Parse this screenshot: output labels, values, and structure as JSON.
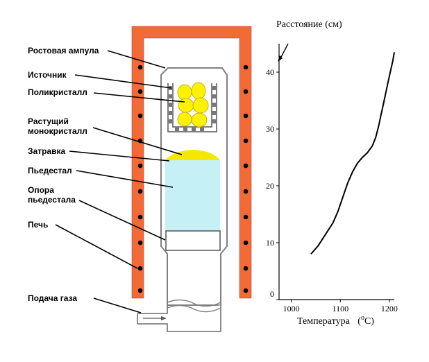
{
  "labels": {
    "growth_ampoule": "Ростовая ампула",
    "source": "Источник",
    "polycrystal": "Поликристалл",
    "growing_crystal_line1": "Растущий",
    "growing_crystal_line2": "монокристалл",
    "seed": "Затравка",
    "pedestal": "Пьедестал",
    "pedestal_support_line1": "Опора",
    "pedestal_support_line2": "пьедестала",
    "furnace": "Печь",
    "gas_supply": "Подача газа"
  },
  "colors": {
    "furnace": "#f26a35",
    "heater_dots": "#000000",
    "crystal": "#fff200",
    "seed": "#f5e800",
    "pedestal": "#c5f0f6",
    "ampoule_stroke": "#808080"
  },
  "chart_data": {
    "type": "line",
    "ylabel": "Расстояние (см)",
    "xlabel_main": "Температура",
    "xlabel_unit": "(",
    "xlabel_unit_sup": "o",
    "xlabel_unit_end": "C)",
    "x_ticks": [
      "1000",
      "1100",
      "1200"
    ],
    "y_ticks": [
      "0",
      "10",
      "20",
      "30",
      "40"
    ],
    "xlim": [
      975,
      1210
    ],
    "ylim": [
      0,
      45
    ],
    "series": [
      {
        "x": [
          1040,
          1055,
          1070,
          1085,
          1095,
          1105,
          1115,
          1125,
          1135,
          1145,
          1155,
          1165,
          1172,
          1178,
          1183,
          1188,
          1193,
          1198,
          1203,
          1207,
          1210
        ],
        "y": [
          8,
          9.5,
          11.5,
          13.5,
          15.5,
          18,
          20.5,
          22.5,
          24,
          25,
          25.8,
          27,
          28.5,
          30.5,
          32.5,
          34.5,
          36.5,
          38.5,
          40.5,
          42,
          43.5
        ]
      }
    ]
  }
}
